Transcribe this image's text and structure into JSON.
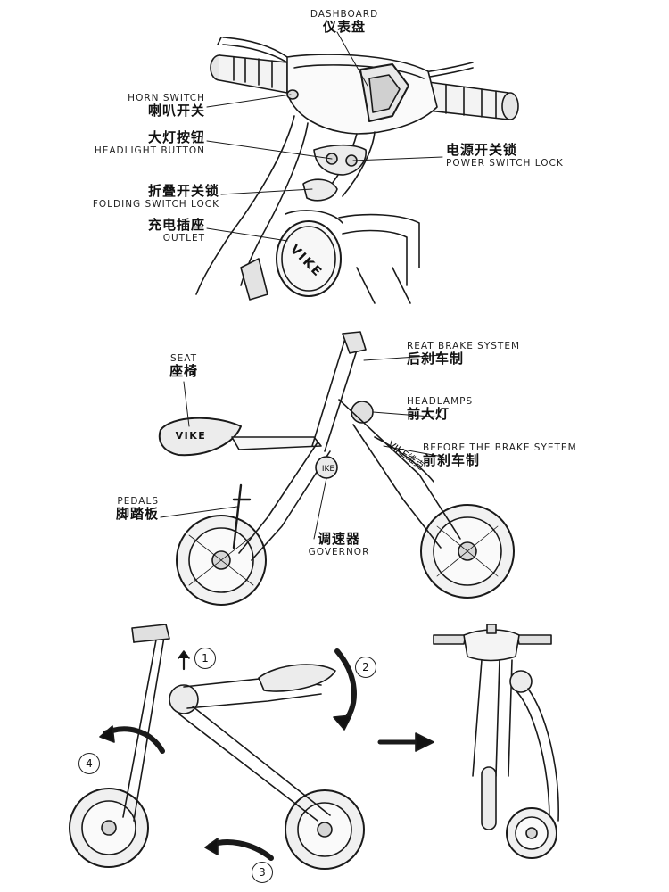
{
  "panel1": {
    "dashboard": {
      "en": "DASHBOARD",
      "cn": "仪表盘"
    },
    "horn_switch": {
      "en": "HORN SWITCH",
      "cn": "喇叭开关"
    },
    "headlight_button": {
      "cn": "大灯按钮",
      "en": "HEADLIGHT BUTTON"
    },
    "power_switch_lock": {
      "cn": "电源开关锁",
      "en": "POWER SWITCH LOCK"
    },
    "folding_switch_lock": {
      "cn": "折叠开关锁",
      "en": "FOLDING SWITCH LOCK"
    },
    "outlet": {
      "cn": "充电插座",
      "en": "OUTLET"
    },
    "brand": "VIKE"
  },
  "panel2": {
    "seat": {
      "en": "SEAT",
      "cn": "座椅"
    },
    "rear_brake": {
      "en": "REAT BRAKE SYSTEM",
      "cn": "后刹车制"
    },
    "headlamps": {
      "en": "HEADLAMPS",
      "cn": "前大灯"
    },
    "front_brake": {
      "en": "BEFORE THE BRAKE SYETEM",
      "cn": "前刹车制"
    },
    "pedals": {
      "en": "PEDALS",
      "cn": "脚踏板"
    },
    "governor": {
      "cn": "调速器",
      "en": "GOVERNOR"
    },
    "seat_brand": "VIKE",
    "frame_brand": "VIKE维克",
    "hub_brand": "IKE"
  },
  "panel3": {
    "steps": [
      "1",
      "2",
      "3",
      "4"
    ]
  }
}
